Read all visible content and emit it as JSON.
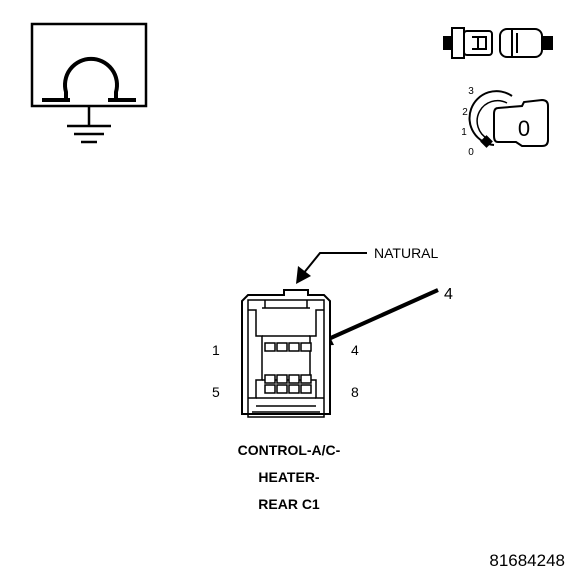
{
  "connector": {
    "color_callout": "NATURAL",
    "callout_pin": "4",
    "pin_labels": {
      "top_left": "1",
      "top_right": "4",
      "bottom_left": "5",
      "bottom_right": "8"
    },
    "name_lines": [
      "CONTROL-A/C-",
      "HEATER-",
      "REAR C1"
    ]
  },
  "ignition_positions": [
    "0",
    "1",
    "2",
    "3"
  ],
  "ignition_key_label": "0",
  "figure_id": "81684248",
  "icons": [
    "ohmmeter-ground-icon",
    "connector-disconnect-icon",
    "ignition-key-off-icon"
  ]
}
